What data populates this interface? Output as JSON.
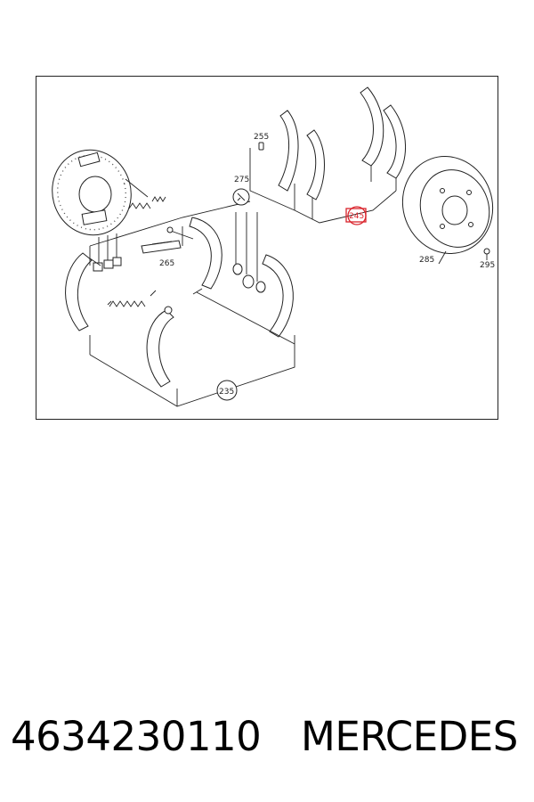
{
  "diagram": {
    "callouts": {
      "c255": "255",
      "c275": "275",
      "c265": "265",
      "c245": "245",
      "c285": "285",
      "c295": "295",
      "c235": "235"
    },
    "highlight_color": "#d9232b"
  },
  "footer": {
    "part_number": "4634230110",
    "brand": "MERCEDES"
  }
}
